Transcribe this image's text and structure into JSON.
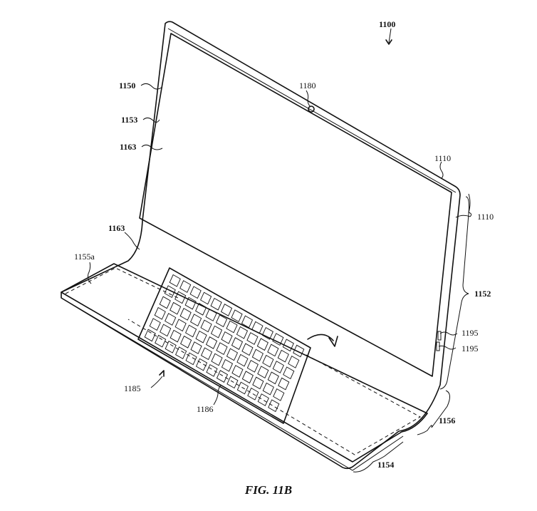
{
  "figure": {
    "caption": "FIG. 11B",
    "labels": {
      "device": "1100",
      "housing": "1150",
      "display_side": "1153",
      "edge_upper": "1163",
      "edge_lower": "1163",
      "camera": "1180",
      "display_top": "1110",
      "display_right": "1110",
      "display_portion": "1152",
      "port_upper": "1195",
      "port_lower": "1195",
      "bend": "1156",
      "base": "1154",
      "base_area": "1155a",
      "keyboard_ref": "1185",
      "keyboard": "1186"
    }
  }
}
